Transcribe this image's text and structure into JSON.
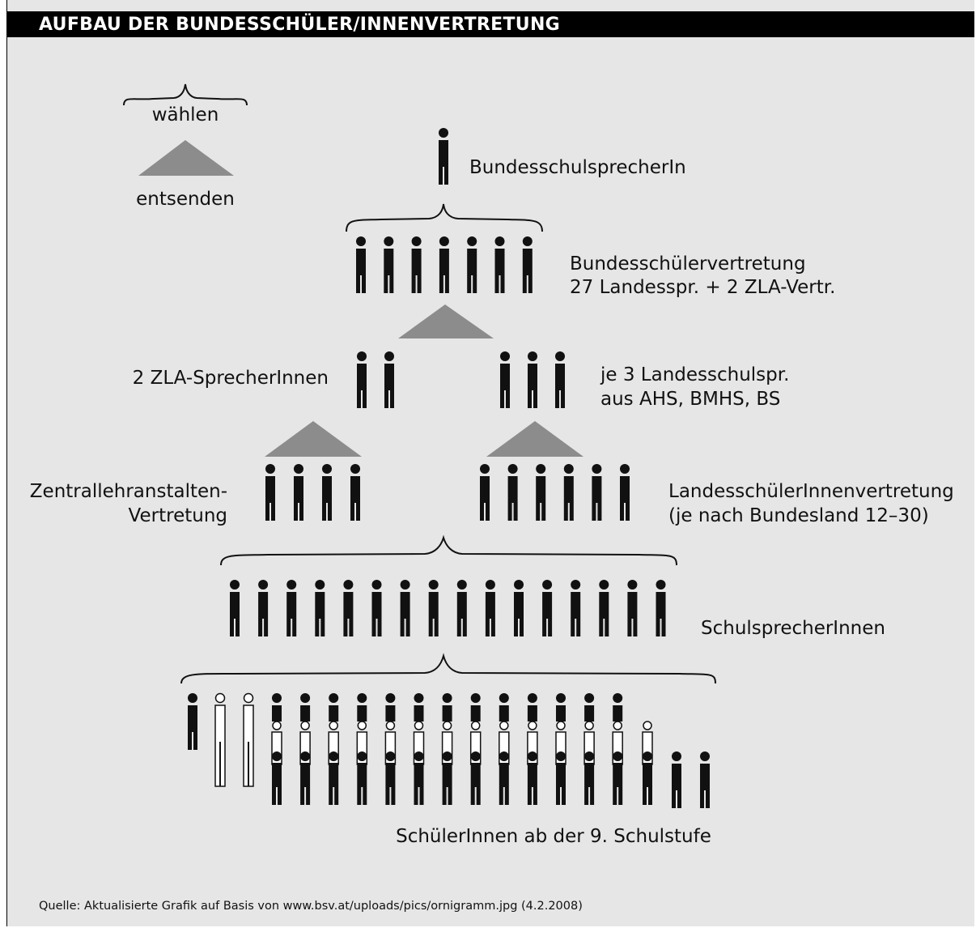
{
  "title": "AUFBAU DER BUNDESSCHÜLER/INNENVERTRETUNG",
  "legend": {
    "choose_label": "wählen",
    "send_label": "entsenden"
  },
  "levels": {
    "federal_speaker": "BundesschulsprecherIn",
    "federal_council_line1": "Bundesschülervertretung",
    "federal_council_line2": "27 Landesspr. + 2 ZLA-Vertr.",
    "zla_speakers": "2 ZLA-SprecherInnen",
    "state_speakers_line1": "je 3 Landesschulspr.",
    "state_speakers_line2": "aus AHS, BMHS, BS",
    "zla_council_line1": "Zentrallehranstalten-",
    "zla_council_line2": "Vertretung",
    "state_council_line1": "LandesschülerInnenvertretung",
    "state_council_line2": "(je nach Bundesland 12–30)",
    "school_speakers": "SchulsprecherInnen",
    "students": "SchülerInnen ab der 9. Schulstufe"
  },
  "source": "Quelle: Aktualisierte Grafik auf Basis von www.bsv.at/uploads/pics/ornigramm.jpg (4.2.2008)",
  "colors": {
    "background": "#e6e6e6",
    "title_bar": "#000000",
    "title_text": "#ffffff",
    "triangle": "#8c8c8c",
    "person": "#111111"
  }
}
